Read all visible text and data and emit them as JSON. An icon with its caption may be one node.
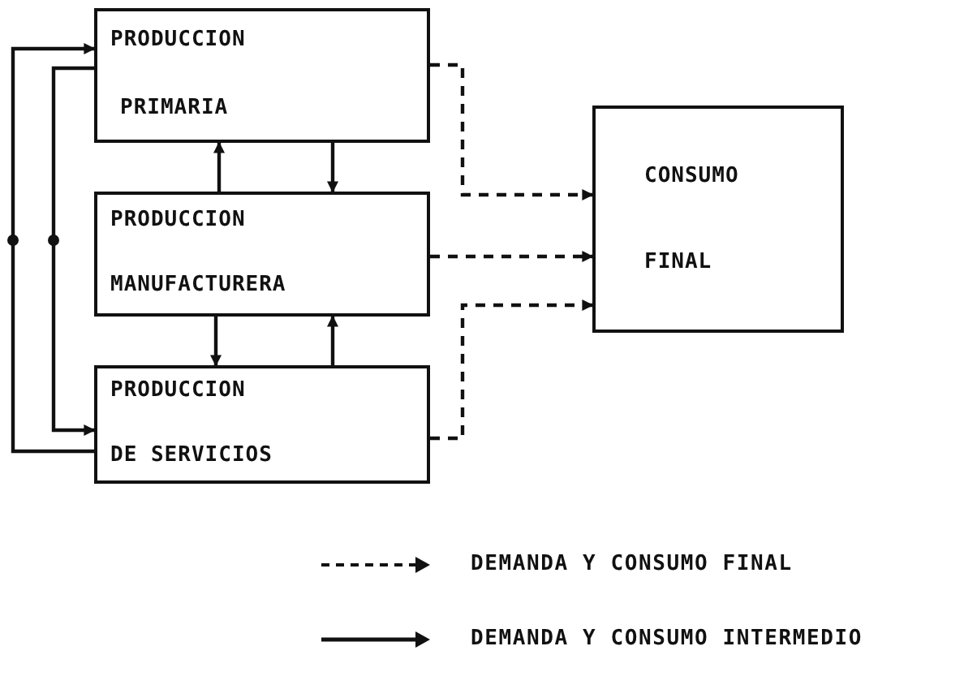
{
  "diagram": {
    "nodes": [
      {
        "text": [
          "PRODUCCION",
          "PRIMARIA"
        ]
      },
      {
        "text": [
          "PRODUCCION",
          "MANUFACTURERA"
        ]
      },
      {
        "text": [
          "PRODUCCION",
          "DE SERVICIOS"
        ]
      },
      {
        "text": [
          "CONSUMO",
          "FINAL"
        ]
      }
    ],
    "edges": [
      {
        "from": 1,
        "to": 0,
        "arrow": "to"
      },
      {
        "from": 0,
        "to": 1,
        "arrow": "to"
      },
      {
        "from": 1,
        "to": 2,
        "arrow": "to"
      },
      {
        "from": 2,
        "to": 1,
        "arrow": "to"
      },
      {
        "from": 2,
        "to": 0,
        "arrow": "to"
      },
      {
        "from": 0,
        "to": 2,
        "arrow": "to"
      },
      {
        "from": 0,
        "to": 3,
        "arrow": "to",
        "style": "dashed"
      },
      {
        "from": 1,
        "to": 3,
        "arrow": "to",
        "style": "dashed"
      },
      {
        "from": 2,
        "to": 3,
        "arrow": "to",
        "style": "dashed"
      }
    ],
    "legend": [
      {
        "text": "DEMANDA Y CONSUMO FINAL"
      },
      {
        "text": "DEMANDA Y CONSUMO INTERMEDIO"
      }
    ]
  }
}
